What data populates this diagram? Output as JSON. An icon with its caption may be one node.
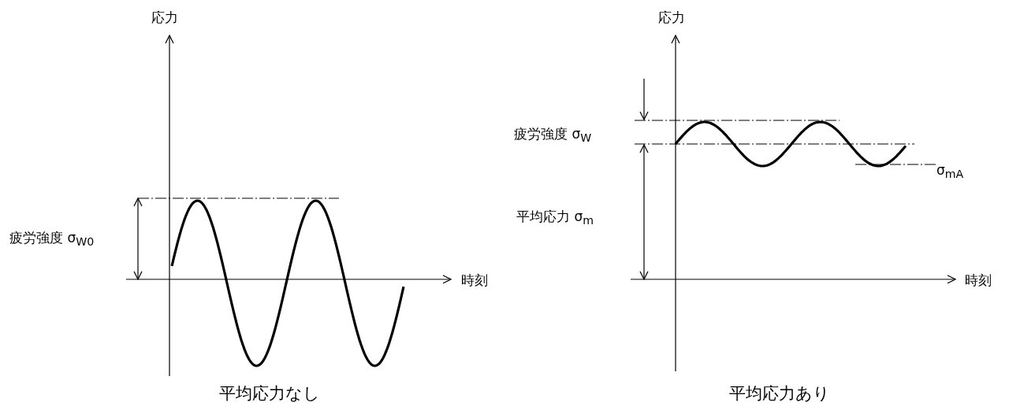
{
  "diagram": {
    "labels": [
      "応力",
      "応力",
      "疲労強度 σ$_{W}$",
      "σ$_{mA}$",
      "疲労強度 σ$_{W0}$",
      "平均応力 σ$_{m}$",
      "時刻",
      "時刻",
      "平均応力なし",
      "平均応力あり"
    ]
  }
}
